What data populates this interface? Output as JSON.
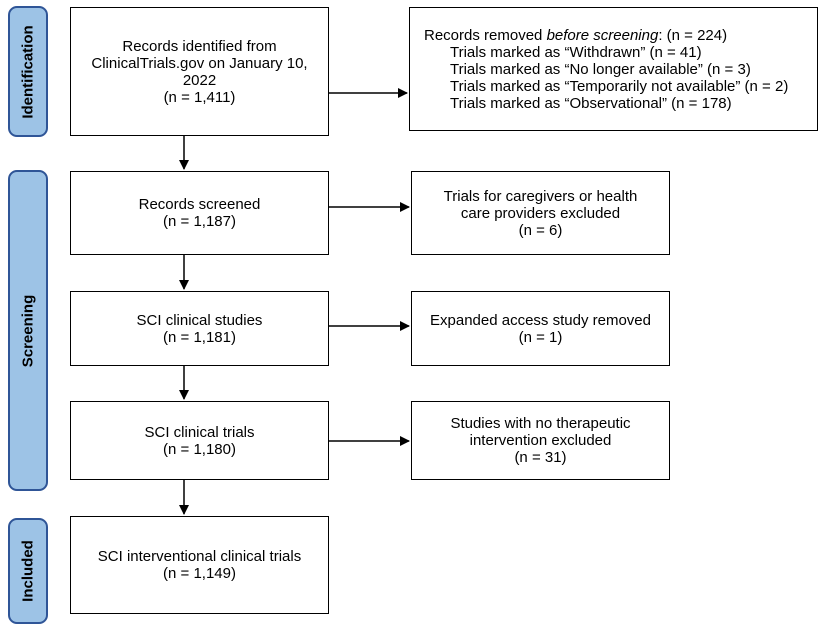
{
  "phases": {
    "identification": "Identification",
    "screening": "Screening",
    "included": "Included"
  },
  "boxes": {
    "identified": {
      "lines": [
        "Records identified from",
        "ClinicalTrials.gov on January 10,",
        "2022",
        "(n = 1,411)"
      ]
    },
    "removed": {
      "title_prefix": "Records removed ",
      "title_italic": "before screening",
      "title_suffix": ": (n = 224)",
      "items": [
        "Trials marked as “Withdrawn” (n = 41)",
        "Trials marked as “No longer available” (n = 3)",
        "Trials marked as “Temporarily not available” (n = 2)",
        "Trials marked as “Observational” (n = 178)"
      ]
    },
    "screened": {
      "lines": [
        "Records screened",
        "(n = 1,187)"
      ]
    },
    "caregivers": {
      "lines": [
        "Trials for caregivers or health",
        "care providers excluded",
        "(n = 6)"
      ]
    },
    "sci_studies": {
      "lines": [
        "SCI clinical studies",
        "(n = 1,181)"
      ]
    },
    "expanded": {
      "lines": [
        "Expanded access study removed",
        "(n = 1)"
      ]
    },
    "sci_trials": {
      "lines": [
        "SCI clinical trials",
        "(n = 1,180)"
      ]
    },
    "no_therapeutic": {
      "lines": [
        "Studies with no therapeutic",
        "intervention excluded",
        "(n = 31)"
      ]
    },
    "included": {
      "lines": [
        "SCI interventional clinical trials",
        "(n = 1,149)"
      ]
    }
  }
}
